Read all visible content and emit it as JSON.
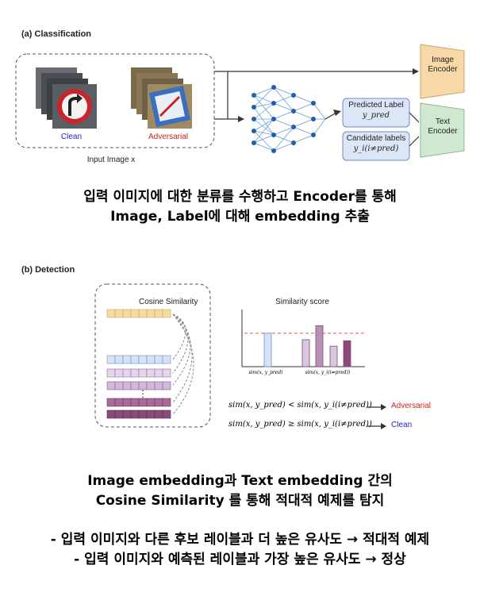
{
  "classification": {
    "title": "(a) Classification",
    "clean_label": "Clean",
    "adversarial_label": "Adversarial",
    "input_caption": "Input Image x",
    "image_encoder": "Image\nEncoder",
    "text_encoder": "Text\nEncoder",
    "predicted_label": "Predicted Label",
    "predicted_math": "y_pred",
    "candidate_labels": "Candidate labels",
    "candidate_math": "y_i(i≠pred)",
    "colors": {
      "clean": "#2222cc",
      "adversarial": "#cc2222",
      "image_encoder": "#f7d9a8",
      "text_encoder": "#cfe8cf",
      "label_box": "#dbe6f7"
    }
  },
  "caption_a": {
    "line1": "입력 이미지에 대한 분류를 수행하고 Encoder를 통해",
    "line2": "Image, Label에 대해 embedding 추출"
  },
  "detection": {
    "title": "(b) Detection",
    "cosine_title": "Cosine Similarity",
    "similarity_title": "Similarity score",
    "x_label_pred": "sim(x, y_pred)",
    "x_label_other": "sim(x, y_i(i≠pred))",
    "rule1": "sim(x, y_pred) < sim(x, y_i(i≠pred))",
    "rule1_result": "Adversarial",
    "rule2": "sim(x, y_pred) ≥ sim(x, y_i(i≠pred))",
    "rule2_result": "Clean",
    "colors": {
      "adversarial": "#cc2222",
      "clean": "#2222cc",
      "threshold": "#e05555"
    }
  },
  "chart_data": {
    "type": "bar",
    "title": "Similarity score",
    "categories": [
      "sim(x, y_pred)",
      "sim(x, y_i(i≠pred))",
      "sim(x, y_i(i≠pred))",
      "sim(x, y_i(i≠pred))",
      "sim(x, y_i(i≠pred))"
    ],
    "values": [
      0.62,
      0.5,
      0.76,
      0.38,
      0.48
    ],
    "threshold": 0.62,
    "ylim": [
      0,
      1
    ],
    "colors": [
      "#d6e2f7",
      "#d9c6df",
      "#b890b8",
      "#d9c6df",
      "#8a4a7a"
    ]
  },
  "caption_b": {
    "line1": "Image embedding과 Text embedding 간의",
    "line2": "Cosine Similarity 를 통해 적대적 예제를 탐지",
    "line3": "- 입력 이미지와 다른 후보 레이블과 더 높은 유사도 → 적대적 예제",
    "line4": "- 입력 이미지와 예측된 레이블과 가장 높은 유사도 → 정상"
  }
}
